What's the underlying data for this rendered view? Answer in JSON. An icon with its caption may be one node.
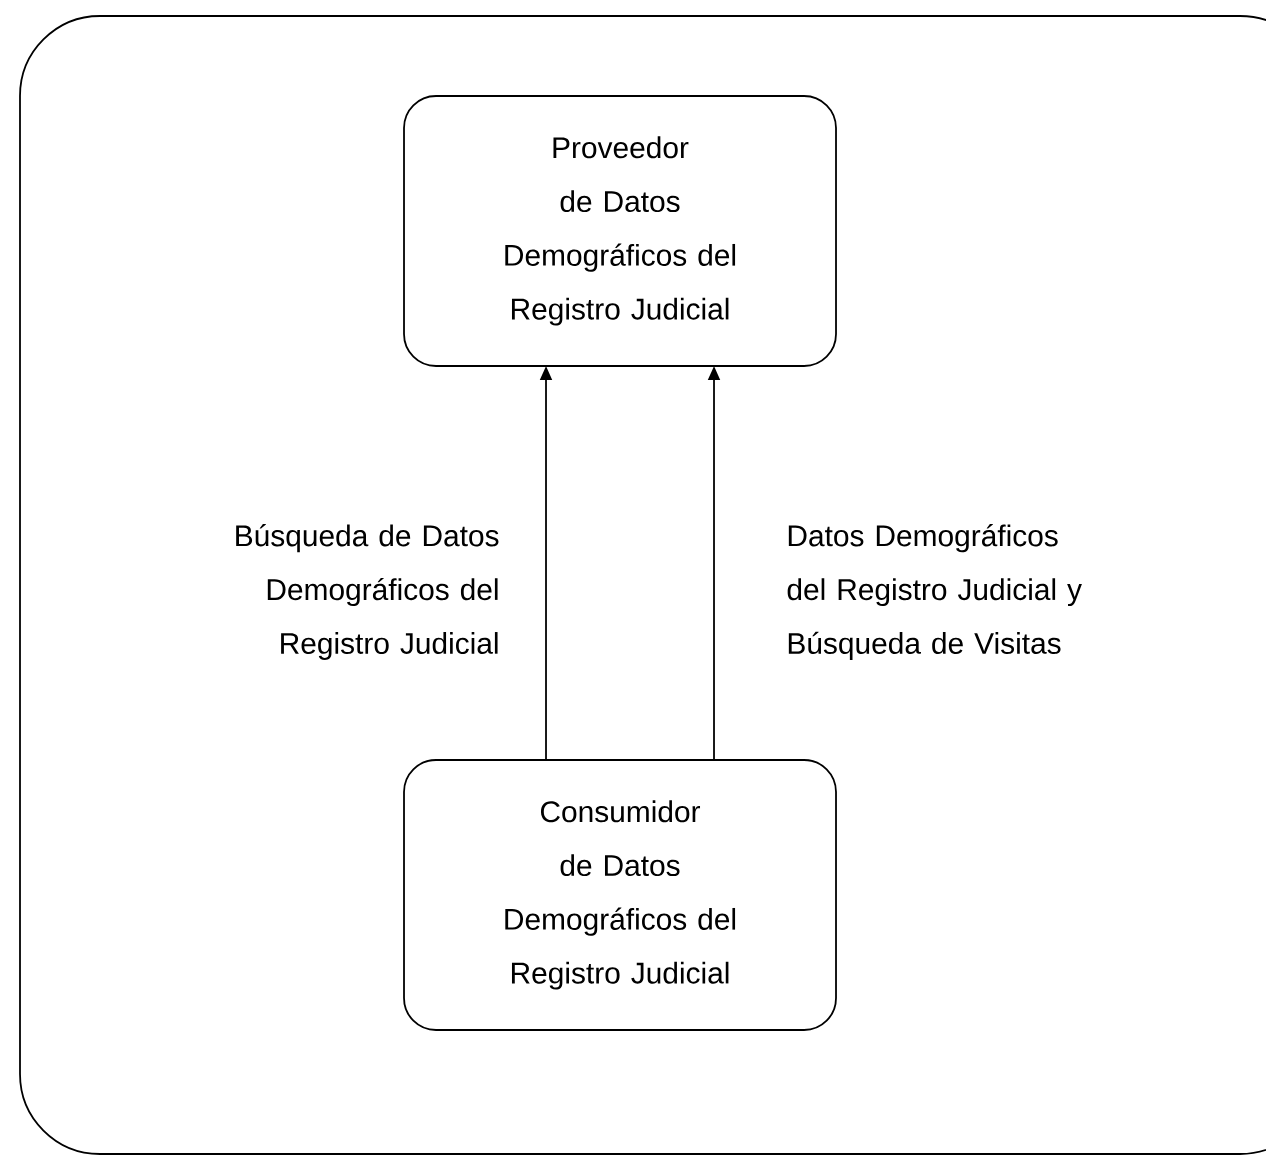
{
  "diagram": {
    "nodes": [
      {
        "text": [],
        "shape": "box"
      },
      {
        "text": [
          "Proveedor de Datos Demográficos del Registro Judicial"
        ],
        "in": 0
      },
      {
        "text": [
          "Consumidor de Datos Demográficos del Registro Judicial"
        ],
        "in": 0
      }
    ],
    "edges": [
      {
        "from": 2,
        "to": 1,
        "arrow": "to",
        "label": "Búsqueda de Datos Demográficos del Registro Judicial"
      },
      {
        "from": 2,
        "to": 1,
        "arrow": "to",
        "label": "Datos Demográficos del Registro Judicial y Búsqueda de Visitas"
      }
    ]
  }
}
